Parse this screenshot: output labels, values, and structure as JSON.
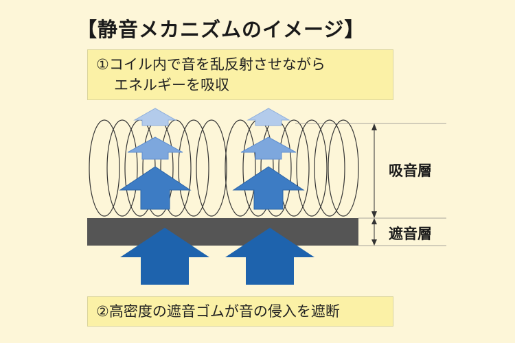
{
  "title": "【静音メカニズムのイメージ】",
  "note1": {
    "line1": "①コイル内で音を乱反射させながら",
    "line2": "エネルギーを吸収"
  },
  "note2": "②高密度の遮音ゴムが音の侵入を遮断",
  "labels": {
    "absorb": "吸音層",
    "block": "遮音層"
  },
  "colors": {
    "background": "#fdf6d8",
    "note_box": "#fbf1a6",
    "block_layer": "#555555",
    "arrow_dark": "#1e63ad",
    "arrow_mid": "#3d7cc4",
    "arrow_light": "#7da7dd",
    "arrow_pale": "#b3cbeb"
  }
}
